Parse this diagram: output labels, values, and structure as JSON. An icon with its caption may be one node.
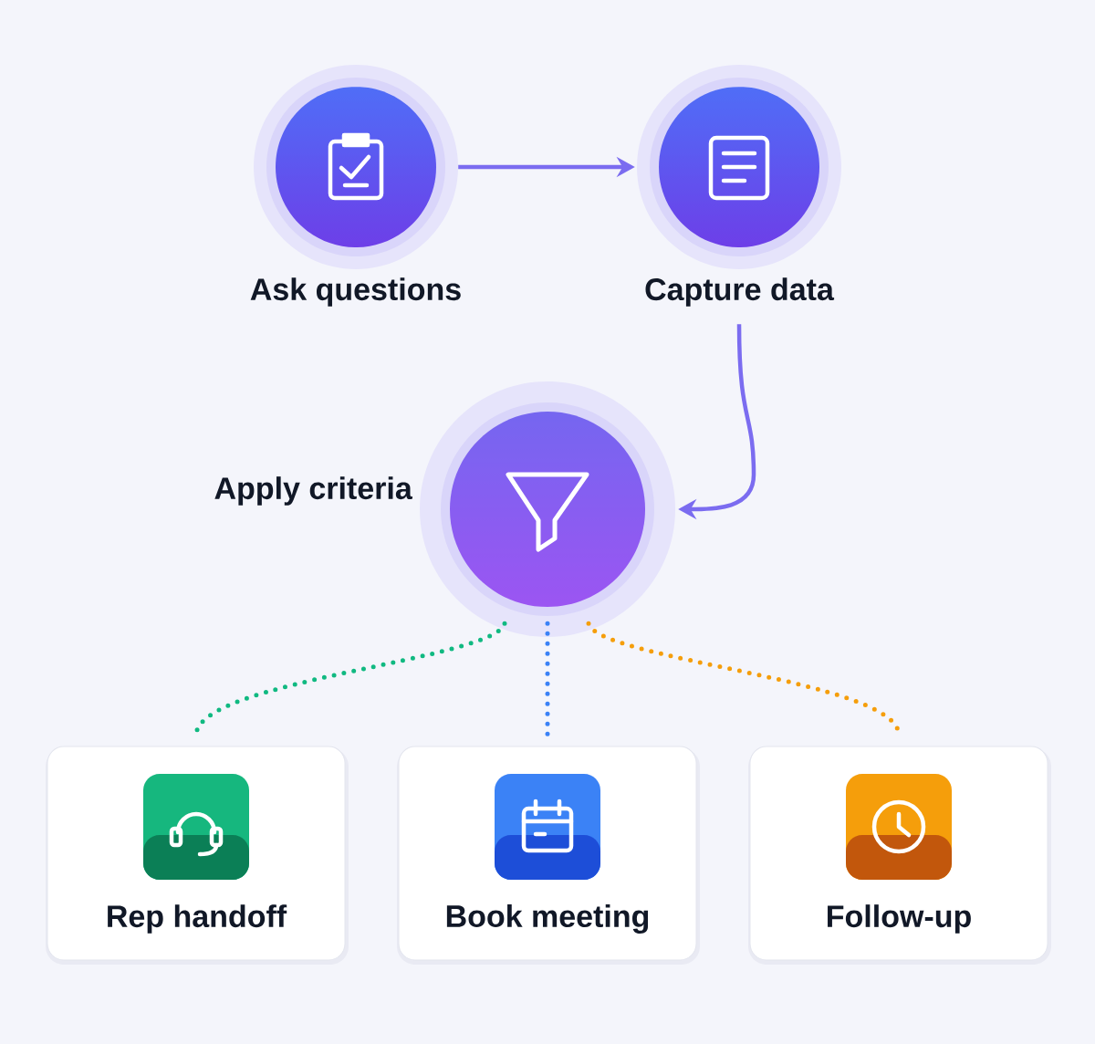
{
  "diagram": {
    "nodes": [
      {
        "text": [
          "Ask questions"
        ]
      },
      {
        "text": [
          "Capture data"
        ]
      },
      {
        "text": [
          "Apply criteria"
        ]
      },
      {
        "text": [
          "Rep handoff"
        ]
      },
      {
        "text": [
          "Book meeting"
        ]
      },
      {
        "text": [
          "Follow-up"
        ]
      }
    ],
    "edges": [
      {
        "from": 0,
        "to": 1,
        "arrow": "to"
      },
      {
        "from": 1,
        "to": 2,
        "arrow": "to"
      },
      {
        "from": 2,
        "to": 3,
        "arrow": "none",
        "style": "dashed",
        "color": "#10b981"
      },
      {
        "from": 2,
        "to": 4,
        "arrow": "none",
        "style": "dashed",
        "color": "#3b82f6"
      },
      {
        "from": 2,
        "to": 5,
        "arrow": "none",
        "style": "dashed",
        "color": "#f59e0b"
      }
    ]
  }
}
